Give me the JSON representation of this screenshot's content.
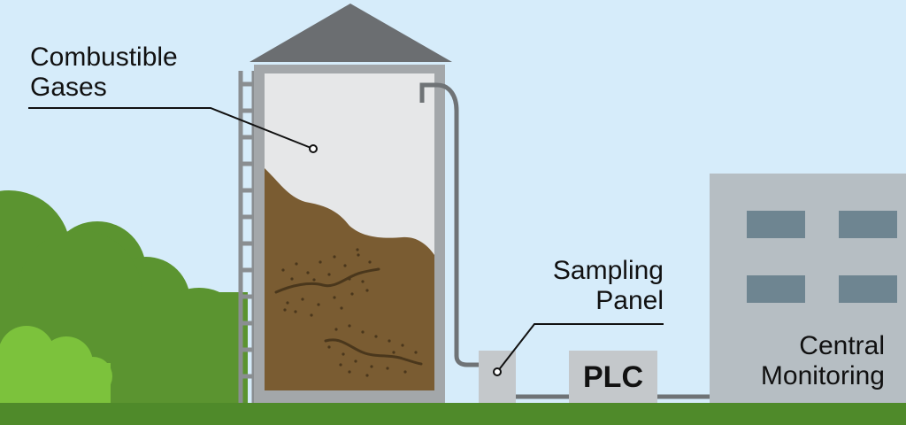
{
  "labels": {
    "combustible_gases": [
      "Combustible",
      "Gases"
    ],
    "sampling_panel": [
      "Sampling",
      "Panel"
    ],
    "plc": "PLC",
    "central_monitoring": [
      "Central",
      "Monitoring"
    ]
  },
  "colors": {
    "sky": "#d6ecfa",
    "ground": "#4f8a2a",
    "silo_frame": "#a3a7aa",
    "silo_interior": "#e6e7e8",
    "grain": "#7a5c32",
    "grain_detail": "#4a371c",
    "roof": "#6b6e71",
    "pipe": "#6f7376",
    "box": "#c4c8cb",
    "building": "#b6bec3",
    "windows": "#6e8591",
    "bush_dark": "#5b9430",
    "bush_light": "#7cc23c"
  }
}
